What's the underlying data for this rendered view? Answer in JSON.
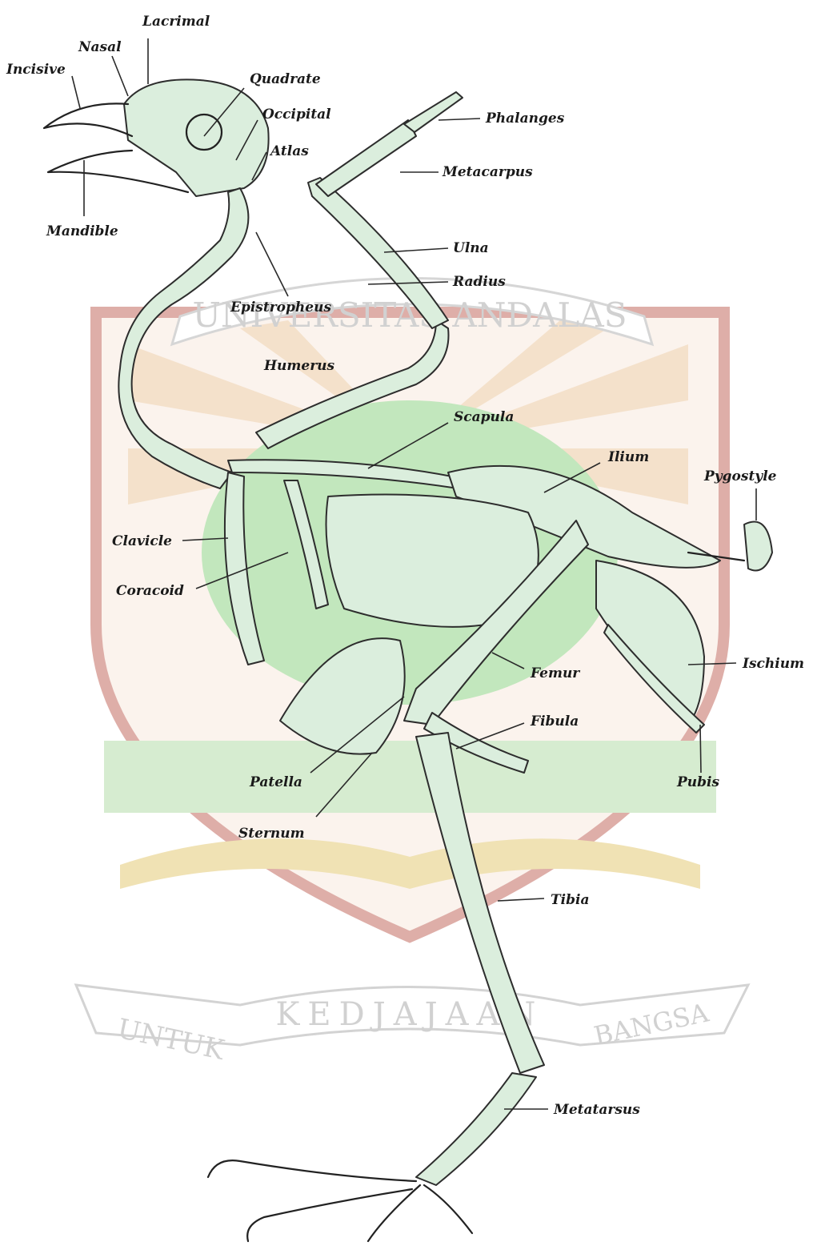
{
  "watermark": {
    "top_arc": "UNIVERSITAS ANDALAS",
    "ribbon_left": "UNTUK",
    "ribbon_middle": "KEDJAJAAN",
    "ribbon_right": "BANGSA",
    "colors": {
      "shield_red": "#d9a09a",
      "rays": "#f3dcc2",
      "tree_green": "#9fd69a",
      "ribbon_gold": "#e7d49a"
    }
  },
  "labels": {
    "lacrimal": "Lacrimal",
    "nasal": "Nasal",
    "incisive": "Incisive",
    "quadrate": "Quadrate",
    "occipital": "Occipital",
    "atlas": "Atlas",
    "mandible": "Mandible",
    "phalanges": "Phalanges",
    "metacarpus": "Metacarpus",
    "ulna": "Ulna",
    "radius": "Radius",
    "epistropheus": "Epistropheus",
    "humerus": "Humerus",
    "scapula": "Scapula",
    "ilium": "Ilium",
    "pygostyle": "Pygostyle",
    "clavicle": "Clavicle",
    "coracoid": "Coracoid",
    "femur": "Femur",
    "ischium": "Ischium",
    "fibula": "Fibula",
    "patella": "Patella",
    "pubis": "Pubis",
    "sternum": "Sternum",
    "tibia": "Tibia",
    "metatarsus": "Metatarsus"
  },
  "colors": {
    "bone_fill": "#dbeedd",
    "ink": "#222222"
  }
}
